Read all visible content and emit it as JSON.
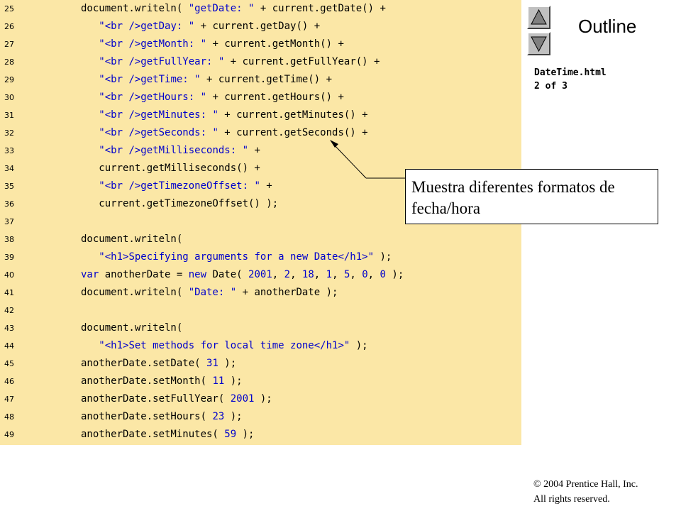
{
  "code": {
    "lines": [
      {
        "no": "25",
        "tokens": [
          {
            "t": "document.writeln( ",
            "c": "p"
          },
          {
            "t": "\"getDate: \"",
            "c": "s"
          },
          {
            "t": " + current.getDate() +",
            "c": "p"
          }
        ]
      },
      {
        "no": "26",
        "tokens": [
          {
            "t": "   ",
            "c": "p"
          },
          {
            "t": "\"<br />getDay: \"",
            "c": "s"
          },
          {
            "t": " + current.getDay() +",
            "c": "p"
          }
        ]
      },
      {
        "no": "27",
        "tokens": [
          {
            "t": "   ",
            "c": "p"
          },
          {
            "t": "\"<br />getMonth: \"",
            "c": "s"
          },
          {
            "t": " + current.getMonth() +",
            "c": "p"
          }
        ]
      },
      {
        "no": "28",
        "tokens": [
          {
            "t": "   ",
            "c": "p"
          },
          {
            "t": "\"<br />getFullYear: \"",
            "c": "s"
          },
          {
            "t": " + current.getFullYear() +",
            "c": "p"
          }
        ]
      },
      {
        "no": "29",
        "tokens": [
          {
            "t": "   ",
            "c": "p"
          },
          {
            "t": "\"<br />getTime: \"",
            "c": "s"
          },
          {
            "t": " + current.getTime() +",
            "c": "p"
          }
        ]
      },
      {
        "no": "30",
        "tokens": [
          {
            "t": "   ",
            "c": "p"
          },
          {
            "t": "\"<br />getHours: \"",
            "c": "s"
          },
          {
            "t": " + current.getHours() +",
            "c": "p"
          }
        ]
      },
      {
        "no": "31",
        "tokens": [
          {
            "t": "   ",
            "c": "p"
          },
          {
            "t": "\"<br />getMinutes: \"",
            "c": "s"
          },
          {
            "t": " + current.getMinutes() +",
            "c": "p"
          }
        ]
      },
      {
        "no": "32",
        "tokens": [
          {
            "t": "   ",
            "c": "p"
          },
          {
            "t": "\"<br />getSeconds: \"",
            "c": "s"
          },
          {
            "t": " + current.getSeconds() +",
            "c": "p"
          }
        ]
      },
      {
        "no": "33",
        "tokens": [
          {
            "t": "   ",
            "c": "p"
          },
          {
            "t": "\"<br />getMilliseconds: \"",
            "c": "s"
          },
          {
            "t": " +",
            "c": "p"
          }
        ]
      },
      {
        "no": "34",
        "tokens": [
          {
            "t": "   current.getMilliseconds() +",
            "c": "p"
          }
        ]
      },
      {
        "no": "35",
        "tokens": [
          {
            "t": "   ",
            "c": "p"
          },
          {
            "t": "\"<br />getTimezoneOffset: \"",
            "c": "s"
          },
          {
            "t": " +",
            "c": "p"
          }
        ]
      },
      {
        "no": "36",
        "tokens": [
          {
            "t": "   current.getTimezoneOffset() );",
            "c": "p"
          }
        ]
      },
      {
        "no": "37",
        "tokens": []
      },
      {
        "no": "38",
        "tokens": [
          {
            "t": "document.writeln(",
            "c": "p"
          }
        ]
      },
      {
        "no": "39",
        "tokens": [
          {
            "t": "   ",
            "c": "p"
          },
          {
            "t": "\"<h1>Specifying arguments for a new Date</h1>\"",
            "c": "s"
          },
          {
            "t": " );",
            "c": "p"
          }
        ]
      },
      {
        "no": "40",
        "tokens": [
          {
            "t": "var",
            "c": "k"
          },
          {
            "t": " anotherDate = ",
            "c": "p"
          },
          {
            "t": "new",
            "c": "k"
          },
          {
            "t": " Date( ",
            "c": "p"
          },
          {
            "t": "2001",
            "c": "n"
          },
          {
            "t": ", ",
            "c": "p"
          },
          {
            "t": "2",
            "c": "n"
          },
          {
            "t": ", ",
            "c": "p"
          },
          {
            "t": "18",
            "c": "n"
          },
          {
            "t": ", ",
            "c": "p"
          },
          {
            "t": "1",
            "c": "n"
          },
          {
            "t": ", ",
            "c": "p"
          },
          {
            "t": "5",
            "c": "n"
          },
          {
            "t": ", ",
            "c": "p"
          },
          {
            "t": "0",
            "c": "n"
          },
          {
            "t": ", ",
            "c": "p"
          },
          {
            "t": "0",
            "c": "n"
          },
          {
            "t": " );",
            "c": "p"
          }
        ]
      },
      {
        "no": "41",
        "tokens": [
          {
            "t": "document.writeln( ",
            "c": "p"
          },
          {
            "t": "\"Date: \"",
            "c": "s"
          },
          {
            "t": " + anotherDate );",
            "c": "p"
          }
        ]
      },
      {
        "no": "42",
        "tokens": []
      },
      {
        "no": "43",
        "tokens": [
          {
            "t": "document.writeln(",
            "c": "p"
          }
        ]
      },
      {
        "no": "44",
        "tokens": [
          {
            "t": "   ",
            "c": "p"
          },
          {
            "t": "\"<h1>Set methods for local time zone</h1>\"",
            "c": "s"
          },
          {
            "t": " );",
            "c": "p"
          }
        ]
      },
      {
        "no": "45",
        "tokens": [
          {
            "t": "anotherDate.setDate( ",
            "c": "p"
          },
          {
            "t": "31",
            "c": "n"
          },
          {
            "t": " );",
            "c": "p"
          }
        ]
      },
      {
        "no": "46",
        "tokens": [
          {
            "t": "anotherDate.setMonth( ",
            "c": "p"
          },
          {
            "t": "11",
            "c": "n"
          },
          {
            "t": " );",
            "c": "p"
          }
        ]
      },
      {
        "no": "47",
        "tokens": [
          {
            "t": "anotherDate.setFullYear( ",
            "c": "p"
          },
          {
            "t": "2001",
            "c": "n"
          },
          {
            "t": " );",
            "c": "p"
          }
        ]
      },
      {
        "no": "48",
        "tokens": [
          {
            "t": "anotherDate.setHours( ",
            "c": "p"
          },
          {
            "t": "23",
            "c": "n"
          },
          {
            "t": " );",
            "c": "p"
          }
        ]
      },
      {
        "no": "49",
        "tokens": [
          {
            "t": "anotherDate.setMinutes( ",
            "c": "p"
          },
          {
            "t": "59",
            "c": "n"
          },
          {
            "t": " );",
            "c": "p"
          }
        ]
      }
    ]
  },
  "outline": {
    "title": "Outline",
    "file_name": "DateTime.html",
    "page_info": "2 of 3",
    "up_icon": "triangle-up-icon",
    "down_icon": "triangle-down-icon"
  },
  "callout": {
    "text": "Muestra diferentes formatos de fecha/hora"
  },
  "footer": {
    "copyright": "© 2004 Prentice Hall, Inc.",
    "rights": "All rights reserved."
  },
  "colors": {
    "code_background": "#fbe7a6",
    "keyword_string_number": "#0000cc",
    "plain_text": "#000000",
    "button_face": "#c0c0c0",
    "button_icon": "#808080"
  }
}
